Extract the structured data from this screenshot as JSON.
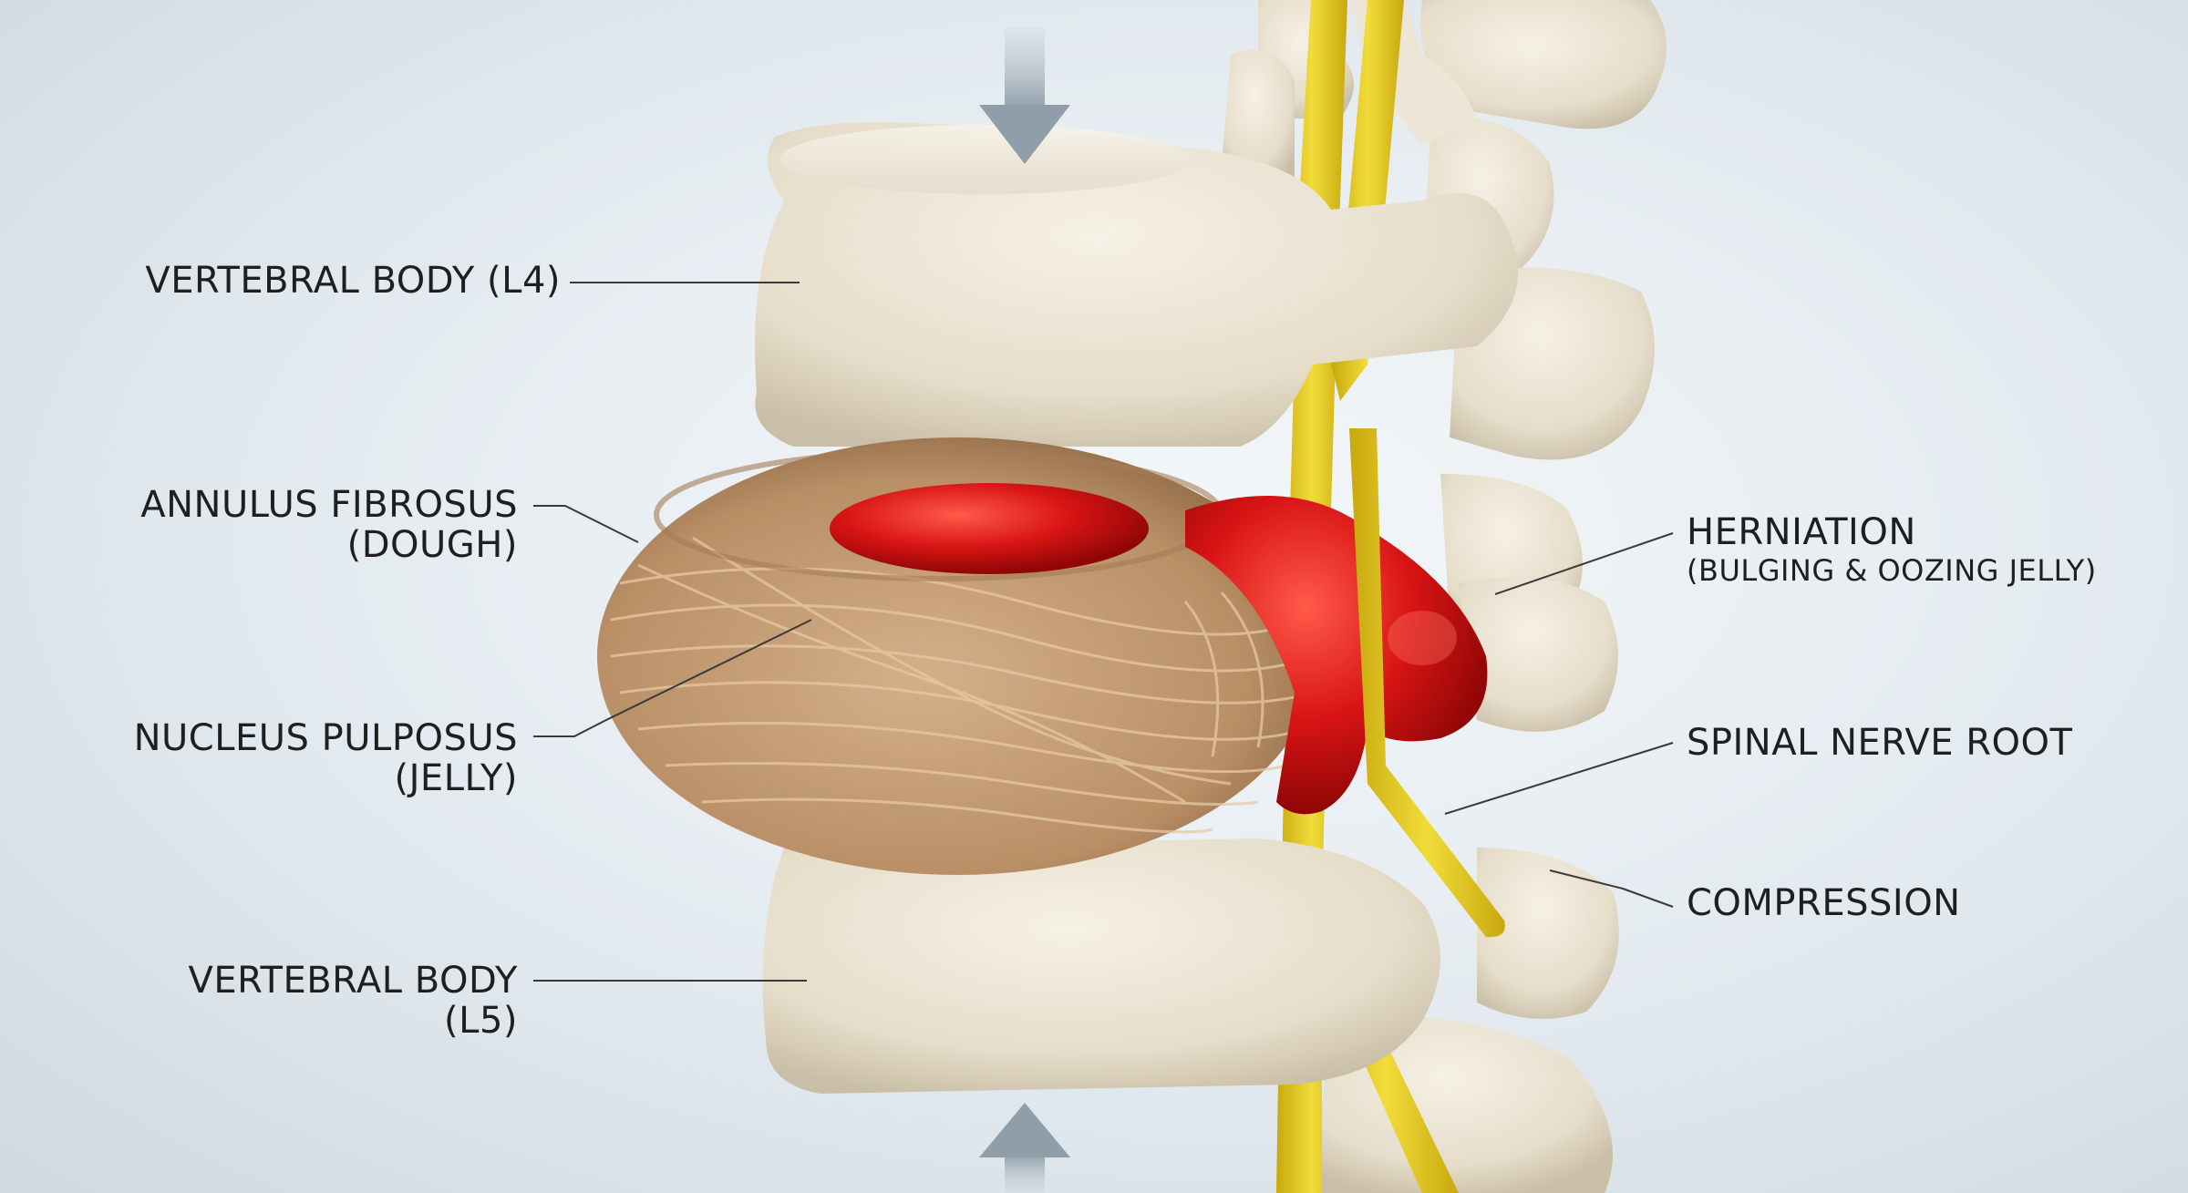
{
  "labels": {
    "vertebral_body_l4": "VERTEBRAL BODY (L4)",
    "annulus_fibrosus": "ANNULUS FIBROSUS",
    "annulus_fibrosus_note": "(DOUGH)",
    "nucleus_pulposus": "NUCLEUS PULPOSUS",
    "nucleus_pulposus_note": "(JELLY)",
    "vertebral_body_l5": "VERTEBRAL BODY",
    "vertebral_body_l5_note": "(L5)",
    "herniation": "HERNIATION",
    "herniation_note": "(BULGING & OOZING JELLY)",
    "spinal_nerve_root": "SPINAL NERVE ROOT",
    "compression": "COMPRESSION"
  },
  "colors": {
    "bone": "#e9e2d2",
    "disc_fiber": "#c7a07a",
    "nucleus": "#d81414",
    "nerve": "#e8cf1a",
    "leader_line": "#3a3a3a",
    "arrow": "#9aa8b1"
  }
}
